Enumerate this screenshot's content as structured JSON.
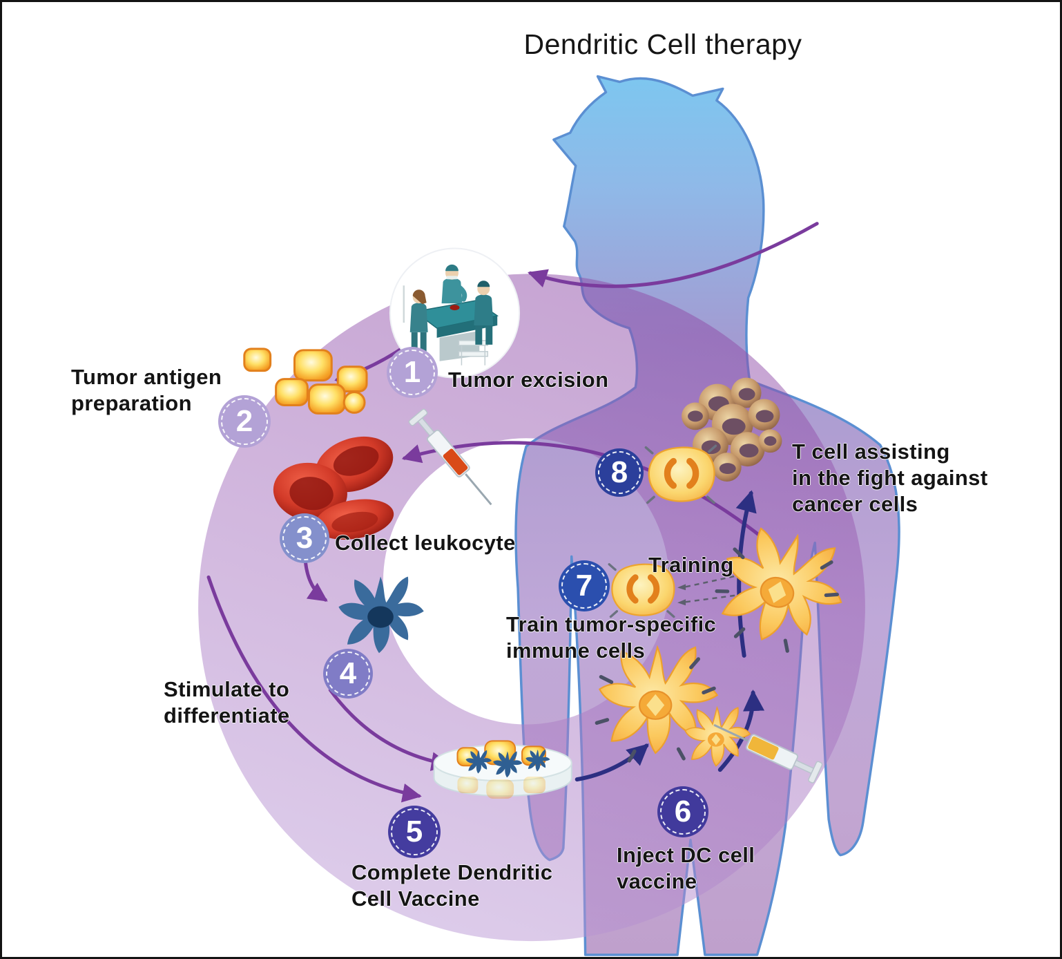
{
  "title": "Dendritic Cell therapy",
  "training_label": "Training",
  "steps": [
    {
      "number": "1",
      "label": "Tumor excision"
    },
    {
      "number": "2",
      "label": "Tumor antigen\npreparation"
    },
    {
      "number": "3",
      "label": "Collect leukocyte"
    },
    {
      "number": "4",
      "label": "Stimulate to\ndifferentiate"
    },
    {
      "number": "5",
      "label": "Complete Dendritic\nCell Vaccine"
    },
    {
      "number": "6",
      "label": "Inject DC cell\nvaccine"
    },
    {
      "number": "7",
      "label": "Train tumor-specific\nimmune cells"
    },
    {
      "number": "8",
      "label": "T cell assisting\nin the fight against\ncancer cells"
    }
  ],
  "colors": {
    "ring_purple": "#c2a0d4",
    "body_blue_top": "#7cc7f0",
    "body_lavender_bottom": "#bfa0cc",
    "body_outline_blue": "#5b8fd2",
    "arrow_purple": "#7a3b9d",
    "arrow_navy": "#2c2f82",
    "badge_light_purple": "#b3a2d6",
    "badge_periwinkle": "#8490cc",
    "badge_indigo": "#413a9c",
    "badge_blue": "#2b4fae",
    "antigen_orange": "#f6a82c",
    "red_blood_cell": "#c43024",
    "dendritic_blue": "#3a6b9c",
    "dendritic_yellow": "#f9c15c",
    "cancer_brown": "#a97a55",
    "tcell_yellow": "#fbd66e"
  }
}
